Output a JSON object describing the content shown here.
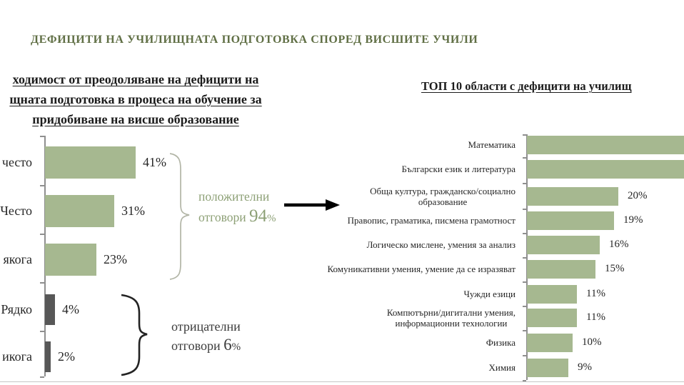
{
  "slide_title": "ДЕФИЦИТИ НА УЧИЛИЩНАТА ПОДГОТОВКА СПОРЕД ВИСШИТЕ УЧИЛИ",
  "left_chart": {
    "heading_lines": [
      "ходимост от преодоляване на дефицити на",
      "щната подготовка в процеса на обучение за",
      "придобиване на висше образование"
    ],
    "positive_note": {
      "line1": "положителни",
      "line2_word": "отговори",
      "value": "94",
      "percent_sign": "%"
    },
    "negative_note": {
      "line1": "отрицателни",
      "line2_word": "отговори",
      "value": "6",
      "percent_sign": "%"
    }
  },
  "right_chart": {
    "heading": "ТОП 10 области с дефицити на училищ"
  },
  "colors": {
    "title_green": "#606f45",
    "bar_green": "#a6b890",
    "bar_dark": "#575757",
    "note_green": "#8da076",
    "note_dark": "#3b3b3b",
    "axis_gray": "#8f8f8f"
  },
  "chart_data": [
    {
      "type": "bar",
      "orientation": "horizontal",
      "title": "ходимост от преодоляване на дефицити на щната подготовка в процеса на обучение за придобиване на висше образование",
      "categories": [
        "често",
        "Често",
        "якога",
        "Рядко",
        "икога"
      ],
      "values": [
        41,
        31,
        23,
        4,
        2
      ],
      "value_labels": [
        "41%",
        "31%",
        "23%",
        "4%",
        "2%"
      ],
      "bar_styles": [
        "green",
        "green",
        "green",
        "dark",
        "dark"
      ],
      "xlim": [
        0,
        45
      ],
      "grid": false,
      "annotations": [
        {
          "text": "положителни отговори 94%",
          "applies_to": [
            "често",
            "Често",
            "якога"
          ]
        },
        {
          "text": "отрицателни отговори 6%",
          "applies_to": [
            "Рядко",
            "икога"
          ]
        }
      ]
    },
    {
      "type": "bar",
      "orientation": "horizontal",
      "title": "ТОП 10 области с дефицити на училищ",
      "categories": [
        "Математика",
        "Български език и литература",
        "Обща култура, гражданско/социално образование",
        "Правопис, граматика, писмена грамотност",
        "Логическо мислене, умения за анализ",
        "Комуникативни умения, умение да се изразяват",
        "Чужди езици",
        "Компютърни/дигитални умения, информационни технологии",
        "Физика",
        "Химия"
      ],
      "category_lines": [
        [
          "Математика"
        ],
        [
          "Български език и литература"
        ],
        [
          "Обща култура, гражданско/социално",
          "образование"
        ],
        [
          "Правопис, граматика, писмена грамотност"
        ],
        [
          "Логическо мислене, умения за анализ"
        ],
        [
          "Комуникативни умения, умение да се изразяват"
        ],
        [
          "Чужди езици"
        ],
        [
          "Компютърни/дигитални умения,",
          "информационни технологии"
        ],
        [
          "Физика"
        ],
        [
          "Химия"
        ]
      ],
      "values": [
        null,
        null,
        20,
        19,
        16,
        15,
        11,
        11,
        10,
        9
      ],
      "value_labels": [
        "",
        "",
        "20%",
        "19%",
        "16%",
        "15%",
        "11%",
        "11%",
        "10%",
        "9%"
      ],
      "clipped": [
        true,
        true,
        false,
        false,
        false,
        false,
        false,
        false,
        false,
        false
      ],
      "grid": false
    }
  ]
}
